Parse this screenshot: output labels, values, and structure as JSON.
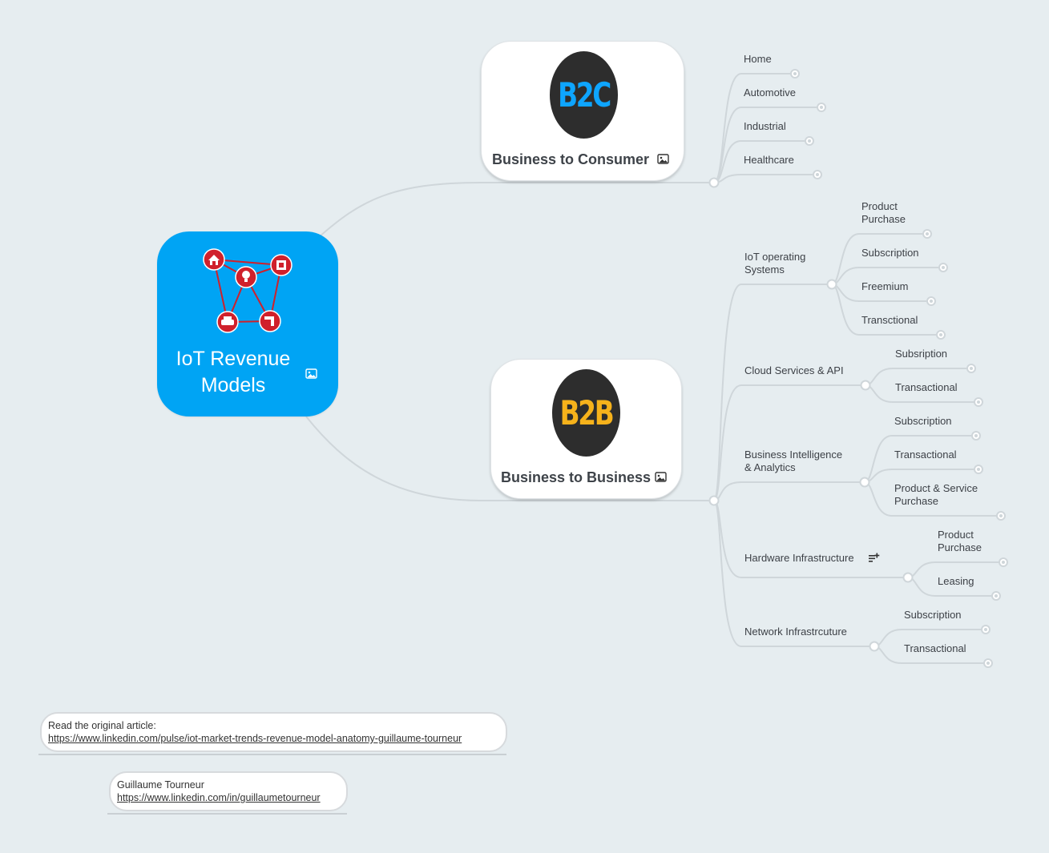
{
  "root": {
    "title": "IoT Revenue\nModels",
    "color": "#00a4f4"
  },
  "b2c": {
    "badge": "B2C",
    "badge_color": "#0ea5ff",
    "title": "Business to Consumer",
    "children": [
      "Home",
      "Automotive",
      "Industrial",
      "Healthcare"
    ]
  },
  "b2b": {
    "badge": "B2B",
    "badge_color": "#f6b21b",
    "title": "Business to Business",
    "children": [
      {
        "label": "IoT operating\nSystems",
        "children": [
          "Product\nPurchase",
          "Subscription",
          "Freemium",
          "Transctional"
        ]
      },
      {
        "label": "Cloud Services & API",
        "children": [
          "Subsription",
          "Transactional"
        ]
      },
      {
        "label": "Business Intelligence\n& Analytics",
        "children": [
          "Subscription",
          "Transactional",
          "Product & Service\nPurchase"
        ]
      },
      {
        "label": "Hardware Infrastructure",
        "has_note": true,
        "children": [
          "Product\nPurchase",
          "Leasing"
        ]
      },
      {
        "label": "Network Infrastrcuture",
        "children": [
          "Subscription",
          "Transactional"
        ]
      }
    ]
  },
  "notes": {
    "article_label": "Read the original article:",
    "article_url": "https://www.linkedin.com/pulse/iot-market-trends-revenue-model-anatomy-guillaume-tourneur",
    "author_name": "Guillaume Tourneur",
    "author_url": "https://www.linkedin.com/in/guillaumetourneur"
  },
  "icons": {
    "root_image": "image-icon",
    "network_nodes": [
      "home-icon",
      "chip-icon",
      "lightbulb-icon",
      "car-icon",
      "faucet-icon"
    ],
    "note": "note-add-icon"
  }
}
